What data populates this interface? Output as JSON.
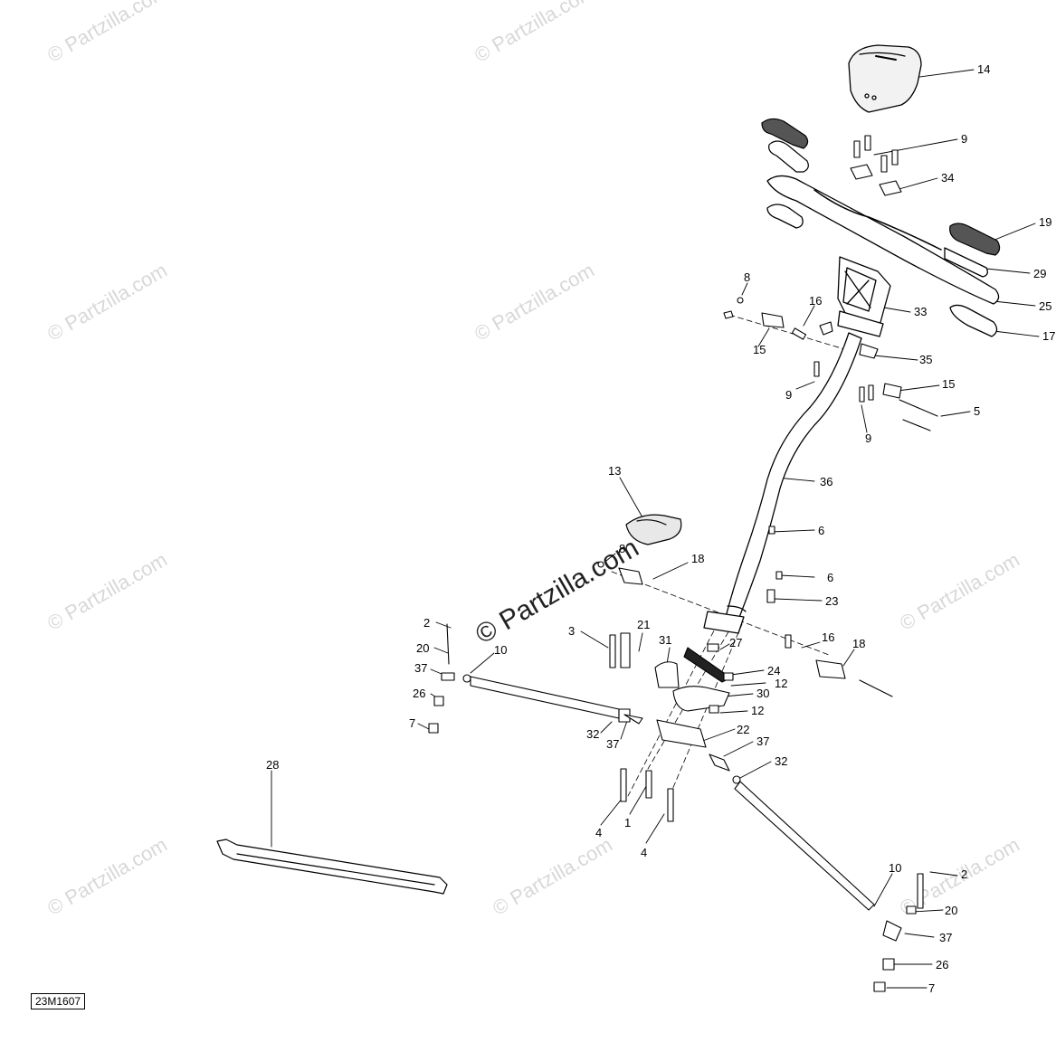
{
  "watermark": {
    "text": "© Partzilla.com",
    "center_text": "© Partzilla.com"
  },
  "diagram_code": "23M1607",
  "callouts": [
    {
      "id": "c14",
      "text": "14"
    },
    {
      "id": "c9a",
      "text": "9"
    },
    {
      "id": "c34",
      "text": "34"
    },
    {
      "id": "c19",
      "text": "19"
    },
    {
      "id": "c29",
      "text": "29"
    },
    {
      "id": "c25",
      "text": "25"
    },
    {
      "id": "c17",
      "text": "17"
    },
    {
      "id": "c8a",
      "text": "8"
    },
    {
      "id": "c16a",
      "text": "16"
    },
    {
      "id": "c33",
      "text": "33"
    },
    {
      "id": "c15a",
      "text": "15"
    },
    {
      "id": "c35",
      "text": "35"
    },
    {
      "id": "c9b",
      "text": "9"
    },
    {
      "id": "c15b",
      "text": "15"
    },
    {
      "id": "c5",
      "text": "5"
    },
    {
      "id": "c9c",
      "text": "9"
    },
    {
      "id": "c13",
      "text": "13"
    },
    {
      "id": "c36",
      "text": "36"
    },
    {
      "id": "c6a",
      "text": "6"
    },
    {
      "id": "c8b",
      "text": "8"
    },
    {
      "id": "c18a",
      "text": "18"
    },
    {
      "id": "c6b",
      "text": "6"
    },
    {
      "id": "c23",
      "text": "23"
    },
    {
      "id": "c2a",
      "text": "2"
    },
    {
      "id": "c3",
      "text": "3"
    },
    {
      "id": "c21",
      "text": "21"
    },
    {
      "id": "c20a",
      "text": "20"
    },
    {
      "id": "c10a",
      "text": "10"
    },
    {
      "id": "c31",
      "text": "31"
    },
    {
      "id": "c27",
      "text": "27"
    },
    {
      "id": "c16b",
      "text": "16"
    },
    {
      "id": "c18b",
      "text": "18"
    },
    {
      "id": "c37a",
      "text": "37"
    },
    {
      "id": "c24",
      "text": "24"
    },
    {
      "id": "c12a",
      "text": "12"
    },
    {
      "id": "c26a",
      "text": "26"
    },
    {
      "id": "c30",
      "text": "30"
    },
    {
      "id": "c12b",
      "text": "12"
    },
    {
      "id": "c7a",
      "text": "7"
    },
    {
      "id": "c32a",
      "text": "32"
    },
    {
      "id": "c37b",
      "text": "37"
    },
    {
      "id": "c22",
      "text": "22"
    },
    {
      "id": "c37c",
      "text": "37"
    },
    {
      "id": "c32b",
      "text": "32"
    },
    {
      "id": "c28",
      "text": "28"
    },
    {
      "id": "c4a",
      "text": "4"
    },
    {
      "id": "c1",
      "text": "1"
    },
    {
      "id": "c4b",
      "text": "4"
    },
    {
      "id": "c10b",
      "text": "10"
    },
    {
      "id": "c2b",
      "text": "2"
    },
    {
      "id": "c20b",
      "text": "20"
    },
    {
      "id": "c37d",
      "text": "37"
    },
    {
      "id": "c26b",
      "text": "26"
    },
    {
      "id": "c7b",
      "text": "7"
    }
  ]
}
